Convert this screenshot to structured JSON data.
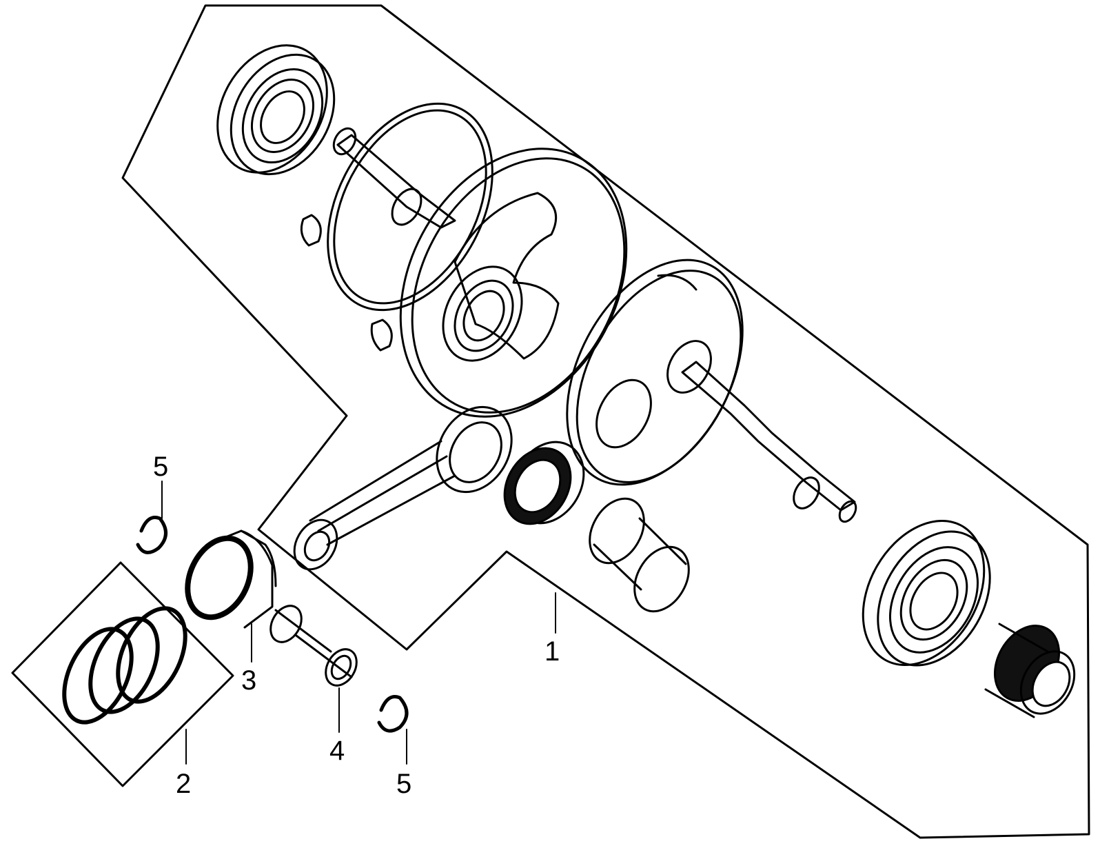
{
  "diagram": {
    "callouts": [
      {
        "id": "callout-1",
        "label": "1"
      },
      {
        "id": "callout-2",
        "label": "2"
      },
      {
        "id": "callout-3",
        "label": "3"
      },
      {
        "id": "callout-4",
        "label": "4"
      },
      {
        "id": "callout-5a",
        "label": "5"
      },
      {
        "id": "callout-5b",
        "label": "5"
      }
    ],
    "colors": {
      "line": "#000000",
      "background": "#ffffff"
    }
  }
}
